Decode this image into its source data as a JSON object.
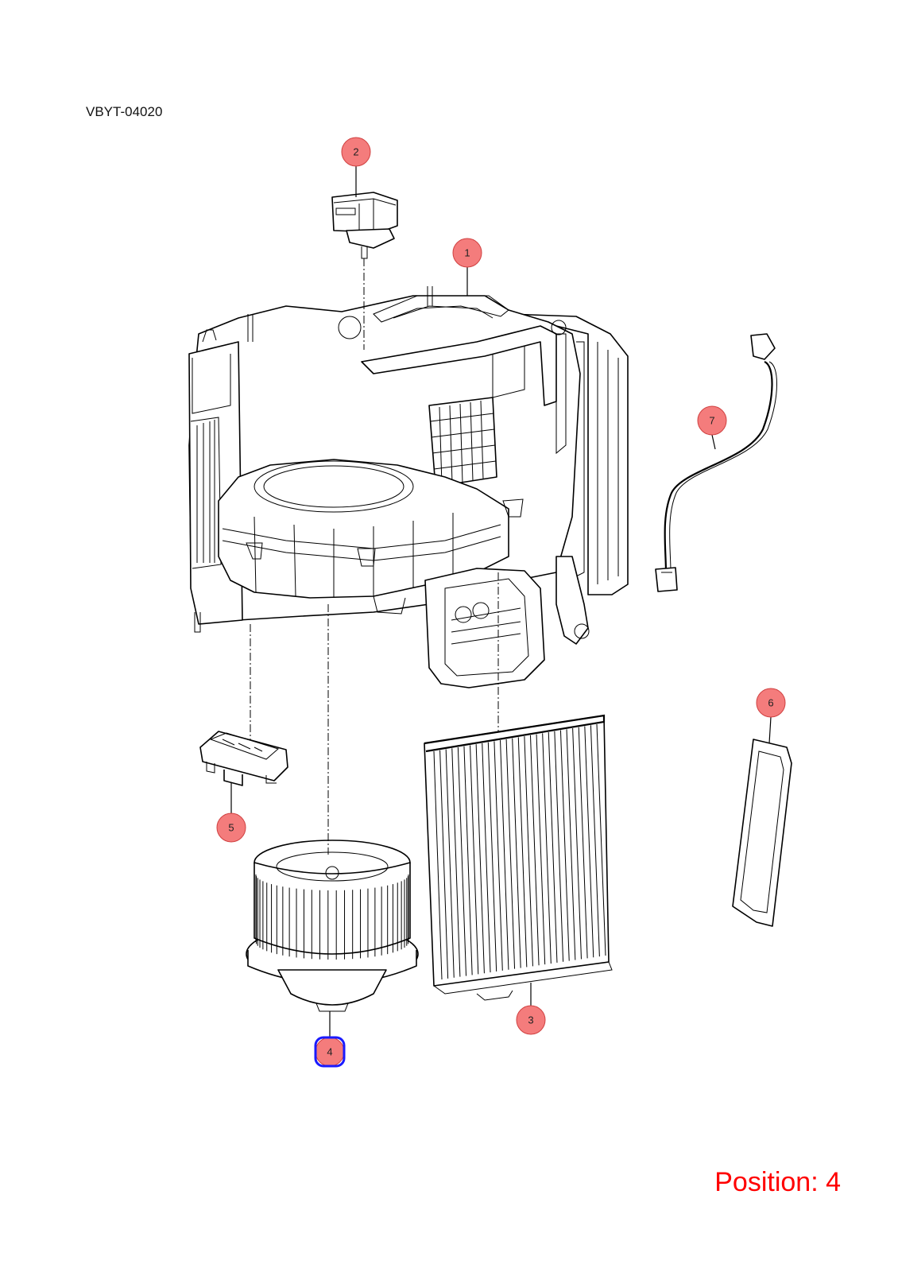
{
  "diagram_code": "VBYT-04020",
  "position_label": "Position: 4",
  "selected_callout": "4",
  "colors": {
    "callout_fill": "#f47c7c",
    "selection": "#1a1aff",
    "position_text": "#ff0000"
  },
  "callouts": [
    {
      "id": "1",
      "label": "1"
    },
    {
      "id": "2",
      "label": "2"
    },
    {
      "id": "3",
      "label": "3"
    },
    {
      "id": "4",
      "label": "4"
    },
    {
      "id": "5",
      "label": "5"
    },
    {
      "id": "6",
      "label": "6"
    },
    {
      "id": "7",
      "label": "7"
    }
  ]
}
